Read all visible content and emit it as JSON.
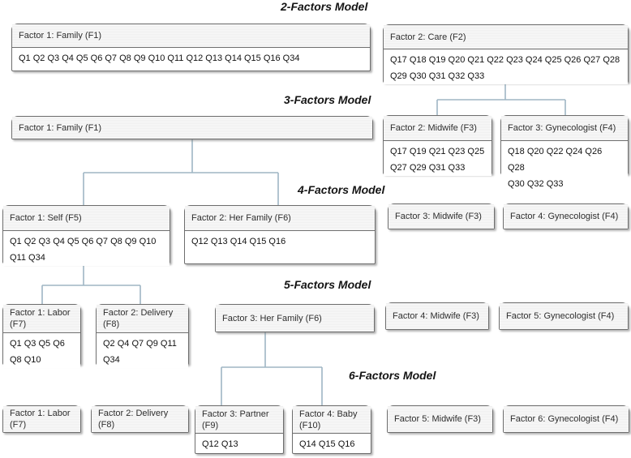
{
  "titles": {
    "m2": "2-Factors Model",
    "m3": "3-Factors Model",
    "m4": "4-Factors Model",
    "m5": "5-Factors Model",
    "m6": "6-Factors Model"
  },
  "boxes": {
    "b1": {
      "title": "Factor 1: Family (F1)",
      "items": "Q1 Q2 Q3 Q4 Q5 Q6 Q7 Q8 Q9 Q10 Q11 Q12 Q13 Q14 Q15 Q16 Q34"
    },
    "b2": {
      "title": "Factor 2: Care (F2)",
      "items": "Q17 Q18 Q19 Q20 Q21 Q22 Q23 Q24 Q25 Q26 Q27 Q28\nQ29 Q30 Q31 Q32 Q33"
    },
    "b3": {
      "title": "Factor 1: Family (F1)"
    },
    "b4": {
      "title": "Factor 2: Midwife (F3)",
      "items": "Q17 Q19 Q21 Q23 Q25\nQ27 Q29 Q31 Q33"
    },
    "b5": {
      "title": "Factor 3: Gynecologist (F4)",
      "items": "Q18 Q20 Q22 Q24 Q26 Q28\nQ30 Q32 Q33"
    },
    "b6": {
      "title": "Factor 1: Self (F5)",
      "items": "Q1 Q2 Q3 Q4 Q5 Q6 Q7 Q8 Q9 Q10\nQ11 Q34"
    },
    "b7": {
      "title": "Factor 2:  Her Family (F6)",
      "items": "Q12 Q13 Q14 Q15 Q16"
    },
    "b8": {
      "title": "Factor 3: Midwife (F3)"
    },
    "b9": {
      "title": "Factor 4: Gynecologist (F4)"
    },
    "b10": {
      "title": "Factor 1: Labor\n(F7)",
      "items": "Q1 Q3 Q5 Q6\nQ8 Q10"
    },
    "b11": {
      "title": "Factor 2: Delivery\n(F8)",
      "items": "Q2 Q4 Q7 Q9 Q11\nQ34"
    },
    "b12": {
      "title": "Factor 3: Her Family (F6)"
    },
    "b13": {
      "title": "Factor 4: Midwife (F3)"
    },
    "b14": {
      "title": "Factor 5: Gynecologist (F4)"
    },
    "b15": {
      "title": "Factor 1: Labor\n(F7)"
    },
    "b16": {
      "title": "Factor 2: Delivery\n(F8)"
    },
    "b17": {
      "title": "Factor 3: Partner\n(F9)",
      "items": "Q12 Q13"
    },
    "b18": {
      "title": "Factor 4: Baby\n(F10)",
      "items": "Q14 Q15 Q16"
    },
    "b19": {
      "title": "Factor 5: Midwife (F3)"
    },
    "b20": {
      "title": "Factor 6: Gynecologist (F4)"
    }
  },
  "colors": {
    "connector": "#9fb6c4",
    "box_border": "#6e6e6e",
    "header_fill": "#f0f0f0"
  }
}
